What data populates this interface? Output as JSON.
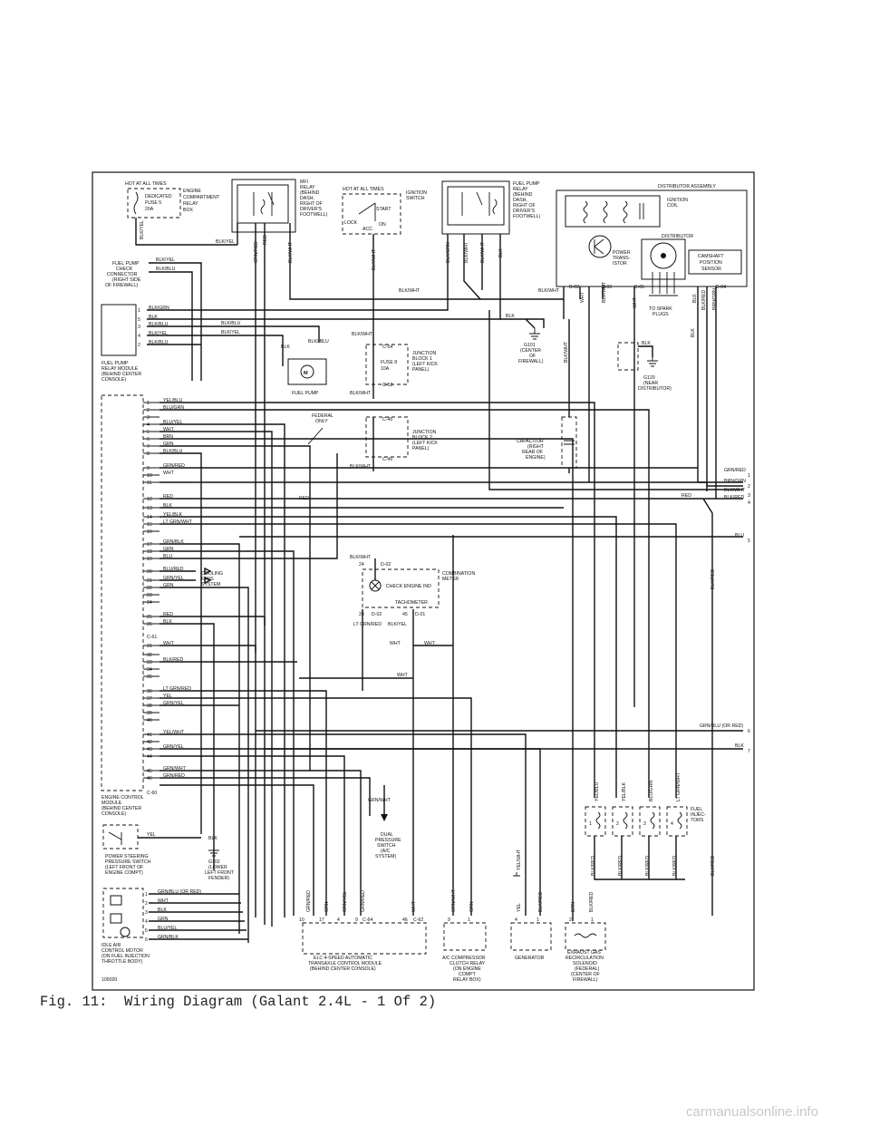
{
  "caption": "Fig. 11:  Wiring Diagram (Galant 2.4L - 1 Of 2)",
  "watermark": "carmanualsonline.info",
  "figure_id": "105020",
  "components": {
    "hot_at_all_times_1": "HOT AT ALL TIMES",
    "dedicated_fuse": [
      "DEDICATED",
      "FUSE 5",
      "20A"
    ],
    "engine_relay_box": [
      "ENGINE",
      "COMPARTMENT",
      "RELAY",
      "BOX"
    ],
    "mfi_relay": [
      "MFI",
      "RELAY",
      "(BEHIND",
      "DASH,",
      "RIGHT OF",
      "DRIVER'S",
      "FOOTWELL)"
    ],
    "hot_at_all_times_2": "HOT AT ALL TIMES",
    "ignition_switch": [
      "IGNITION",
      "SWITCH"
    ],
    "ignition_positions": [
      "START",
      "LOCK",
      "ACC",
      "ON"
    ],
    "fuel_pump_relay": [
      "FUEL PUMP",
      "RELAY",
      "(BEHIND",
      "DASH,",
      "RIGHT OF",
      "DRIVER'S",
      "FOOTWELL)"
    ],
    "distributor_assembly": "DISTRIBUTOR ASSEMBLY",
    "ignition_coil": [
      "IGNITION",
      "COIL"
    ],
    "distributor": "DISTRIBUTOR",
    "power_transistor": [
      "POWER",
      "TRANS-",
      "ISTOR"
    ],
    "camshaft_sensor": [
      "CAMSHAFT",
      "POSITION",
      "SENSOR"
    ],
    "to_spark_plugs": [
      "TO SPARK",
      "PLUGS"
    ],
    "fuel_pump_check_connector": [
      "FUEL PUMP",
      "CHECK",
      "CONNECTOR",
      "(RIGHT SIDE",
      "OF FIREWALL)"
    ],
    "fuel_pump_relay_module": [
      "FUEL PUMP",
      "RELAY MODULE",
      "(BEHIND CENTER",
      "CONSOLE)"
    ],
    "fuel_pump": "FUEL PUMP",
    "junction_block_1": [
      "JUNCTION",
      "BLOCK 1",
      "(LEFT KICK",
      "PANEL)"
    ],
    "fuse_8": [
      "FUSE 8",
      "10A"
    ],
    "g101": [
      "G101",
      "(CENTER",
      "OF",
      "FIREWALL)"
    ],
    "g120": [
      "G120",
      "(NEAR",
      "DISTRIBUTOR)"
    ],
    "junction_block_2": [
      "JUNCTION",
      "BLOCK 2",
      "(LEFT KICK",
      "PANEL)"
    ],
    "federal_only": [
      "FEDERAL",
      "ONLY"
    ],
    "capacitor": [
      "CAPACITOR",
      "(RIGHT",
      "REAR OF",
      "ENGINE)"
    ],
    "cooling_fans": [
      "COOLING",
      "FANS",
      "SYSTEM"
    ],
    "combination_meter": [
      "COMBINATION",
      "METER"
    ],
    "check_engine_ind": "CHECK ENGINE IND",
    "tachometer": "TACHOMETER",
    "ecm": [
      "ENGINE CONTROL",
      "MODULE",
      "(BEHIND CENTER",
      "CONSOLE)"
    ],
    "ps_pressure_switch": [
      "POWER STEERING",
      "PRESSURE SWITCH",
      "(LEFT FRONT OF",
      "ENGINE COMPT)"
    ],
    "g102": [
      "G102",
      "(LOWER",
      "LEFT FRONT",
      "FENDER)"
    ],
    "dual_pressure_switch": [
      "DUAL",
      "PRESSURE",
      "SWITCH",
      "(A/C",
      "SYSTEM)"
    ],
    "fuel_injectors": [
      "FUEL",
      "INJEC-",
      "TORS"
    ],
    "idle_air_control": [
      "IDLE AIR",
      "CONTROL MOTOR",
      "(ON FUEL INJECTION",
      "THROTTLE BODY)"
    ],
    "elc_module": [
      "ELC 4-SPEED AUTOMATIC",
      "TRANSAXLE CONTROL MODULE",
      "(BEHIND CENTER CONSOLE)"
    ],
    "ac_relay": [
      "A/C COMPRESSOR",
      "CLUTCH RELAY",
      "(ON ENGINE",
      "COMPT",
      "RELAY BOX)"
    ],
    "generator": "GENERATOR",
    "egr_solenoid": [
      "EXHAUST GAS",
      "RECIRCULATION",
      "SOLENOID",
      "(FEDERAL)",
      "(CENTER OF",
      "FIREWALL)"
    ]
  },
  "connectors": {
    "c54": "C-54",
    "c53": "C-53",
    "c45a": "C-45",
    "c45b": "C-45",
    "d02a": "D-02",
    "d02b": "D-02",
    "d01": "D-01",
    "c61": "C-61",
    "c60": "C-60",
    "c64": "C-64",
    "c62": "C-62",
    "b02": "B-02",
    "b03": "B-03",
    "b05": "B-05",
    "b04": "B-04"
  },
  "ecm_pins": [
    {
      "pin": "1",
      "wire": "YEL/BLU"
    },
    {
      "pin": "2",
      "wire": "BLU/GRN"
    },
    {
      "pin": "3",
      "wire": ""
    },
    {
      "pin": "4",
      "wire": "BLU/YEL"
    },
    {
      "pin": "5",
      "wire": "WHT"
    },
    {
      "pin": "6",
      "wire": "BRN"
    },
    {
      "pin": "7",
      "wire": "GRN"
    },
    {
      "pin": "8",
      "wire": "BLK/BLU"
    },
    {
      "pin": "9",
      "wire": "GRN/RED"
    },
    {
      "pin": "10",
      "wire": "WHT"
    },
    {
      "pin": "11",
      "wire": ""
    },
    {
      "pin": "12",
      "wire": "RED"
    },
    {
      "pin": "13",
      "wire": "BLK"
    },
    {
      "pin": "14",
      "wire": "YEL/BLK"
    },
    {
      "pin": "15",
      "wire": "LT GRN/WHT"
    },
    {
      "pin": "16",
      "wire": ""
    },
    {
      "pin": "17",
      "wire": "GRN/BLK"
    },
    {
      "pin": "18",
      "wire": "GRN"
    },
    {
      "pin": "19",
      "wire": "BLU"
    },
    {
      "pin": "20",
      "wire": "BLU/RED"
    },
    {
      "pin": "21",
      "wire": "GRN/YEL"
    },
    {
      "pin": "22",
      "wire": "GRN"
    },
    {
      "pin": "23",
      "wire": ""
    },
    {
      "pin": "24",
      "wire": ""
    },
    {
      "pin": "25",
      "wire": "RED"
    },
    {
      "pin": "26",
      "wire": "BLK"
    },
    {
      "pin": "31",
      "wire": "WHT"
    },
    {
      "pin": "32",
      "wire": ""
    },
    {
      "pin": "33",
      "wire": "BLK/RED"
    },
    {
      "pin": "34",
      "wire": ""
    },
    {
      "pin": "35",
      "wire": ""
    },
    {
      "pin": "36",
      "wire": "LT GRN/RED"
    },
    {
      "pin": "37",
      "wire": "YEL"
    },
    {
      "pin": "38",
      "wire": "GRN/YEL"
    },
    {
      "pin": "39",
      "wire": ""
    },
    {
      "pin": "40",
      "wire": ""
    },
    {
      "pin": "41",
      "wire": "YEL/WHT"
    },
    {
      "pin": "42",
      "wire": ""
    },
    {
      "pin": "43",
      "wire": "GRN/YEL"
    },
    {
      "pin": "44",
      "wire": ""
    },
    {
      "pin": "45",
      "wire": "GRN/WHT"
    },
    {
      "pin": "46",
      "wire": "GRN/RED"
    }
  ],
  "relay_module_pins": [
    {
      "pin": "1",
      "wire": "BLK/GRN"
    },
    {
      "pin": "5",
      "wire": "BLK"
    },
    {
      "pin": "3",
      "wire": "BLK/BLU"
    },
    {
      "pin": "4",
      "wire": "BLK/YEL"
    },
    {
      "pin": "2",
      "wire": "BLK/BLU"
    }
  ],
  "iac_pins": [
    {
      "pin": "1",
      "wire": "GRN/BLU (OR RED)"
    },
    {
      "pin": "2",
      "wire": "WHT"
    },
    {
      "pin": "3",
      "wire": "BLK"
    },
    {
      "pin": "4",
      "wire": "GRN"
    },
    {
      "pin": "5",
      "wire": "BLU/YEL"
    },
    {
      "pin": "6",
      "wire": "GRN/BLK"
    }
  ],
  "right_edge": [
    {
      "wire": "GRN/RED",
      "num": "1"
    },
    {
      "wire": "BRN/GRN",
      "num": "2"
    },
    {
      "wire": "BLK/WHT",
      "num": "3"
    },
    {
      "wire": "BLK/RED",
      "num": "4"
    },
    {
      "wire": "BLU",
      "num": "5"
    },
    {
      "wire": "GRN/BLU (OR RED)",
      "num": "6"
    },
    {
      "wire": "BLK",
      "num": "7"
    }
  ],
  "wire_labels": {
    "blk_yel": "BLK/YEL",
    "blk_blu": "BLK/BLU",
    "blk_wht": "BLK/WHT",
    "blk": "BLK",
    "red": "RED",
    "wht": "WHT",
    "yel": "YEL",
    "grn_red": "GRN/RED",
    "blk_grn": "BLK/GRN",
    "grn_wht": "GRN/WHT",
    "lt_grn_red": "LT GRN/RED",
    "grn": "GRN",
    "blk_red": "BLK/RED",
    "brn": "BRN",
    "yel_wht": "YEL/WHT",
    "grn_yel": "GRN/YEL",
    "blk_red2": "BLK/RED",
    "blk_blu2": "BLK/ BLU",
    "yel_blu": "YEL/BLU",
    "yel_blk": "YEL/BLK",
    "blu_grn": "BLU/GRN",
    "lt_grn_wht": "LT GRN/WHT"
  },
  "injectors": [
    {
      "num": "1",
      "wire": "YEL/BLU"
    },
    {
      "num": "2",
      "wire": "YEL/BLK"
    },
    {
      "num": "3",
      "wire": "BLU/GRN"
    },
    {
      "num": "4",
      "wire": "LT GRN/WHT"
    }
  ],
  "pin_numbers": {
    "elc": [
      "10",
      "17",
      "4",
      "9",
      "46"
    ],
    "ac": [
      "9",
      "1"
    ],
    "gen": [
      "4",
      "1"
    ],
    "egr": [
      "2",
      "1"
    ],
    "d02a": "24",
    "d02b": "28",
    "d01": "45"
  }
}
